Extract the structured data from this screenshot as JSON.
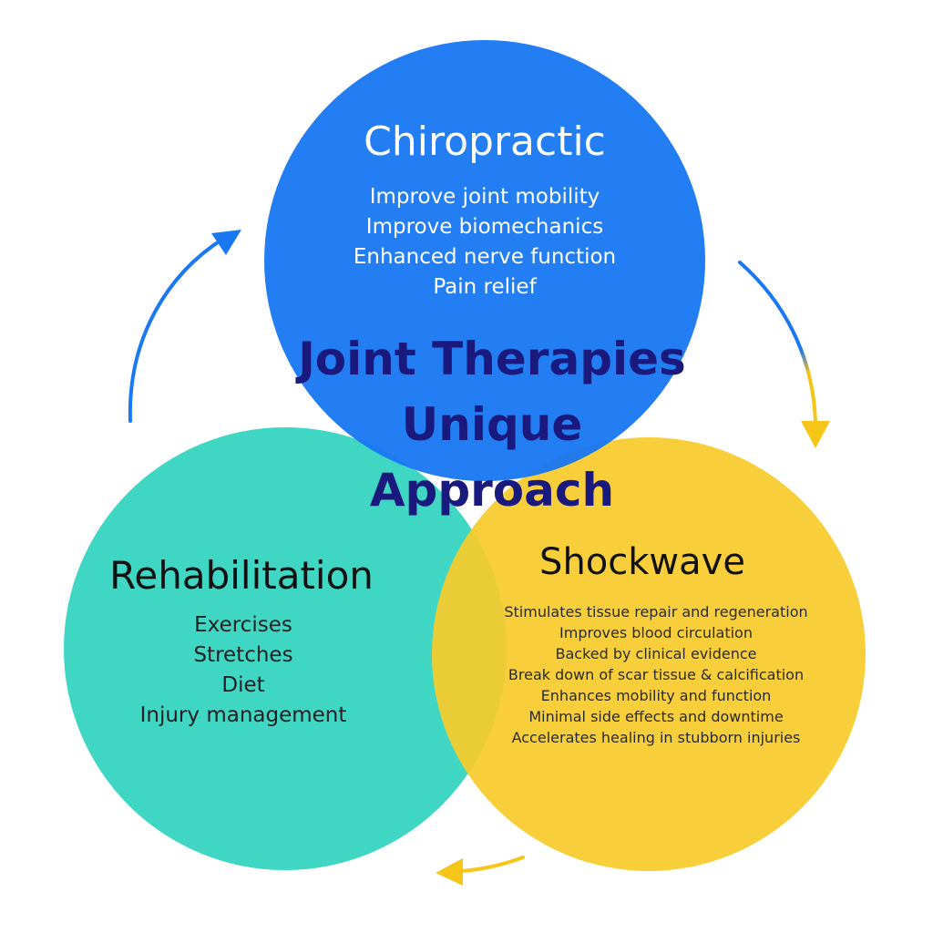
{
  "title": {
    "line1": "Joint Therapies",
    "line2": "Unique",
    "line3": "Approach"
  },
  "chiropractic": {
    "title": "Chiropractic",
    "items": [
      "Improve joint mobility",
      "Improve biomechanics",
      "Enhanced nerve function",
      "Pain relief"
    ]
  },
  "rehabilitation": {
    "title": "Rehabilitation",
    "items": [
      "Exercises",
      "Stretches",
      "Diet",
      "Injury management"
    ]
  },
  "shockwave": {
    "title": "Shockwave",
    "items": [
      "Stimulates tissue repair and regeneration",
      "Improves blood circulation",
      "Backed by clinical evidence",
      "Break down of scar tissue & calcification",
      "Enhances mobility and function",
      "Minimal side effects and downtime",
      "Accelerates healing in stubborn injuries"
    ]
  },
  "colors": {
    "chiropractic": "#1a78f2",
    "rehabilitation": "#3fd6c4",
    "shockwave": "#f8cb2c",
    "title": "#1a1a7e"
  }
}
